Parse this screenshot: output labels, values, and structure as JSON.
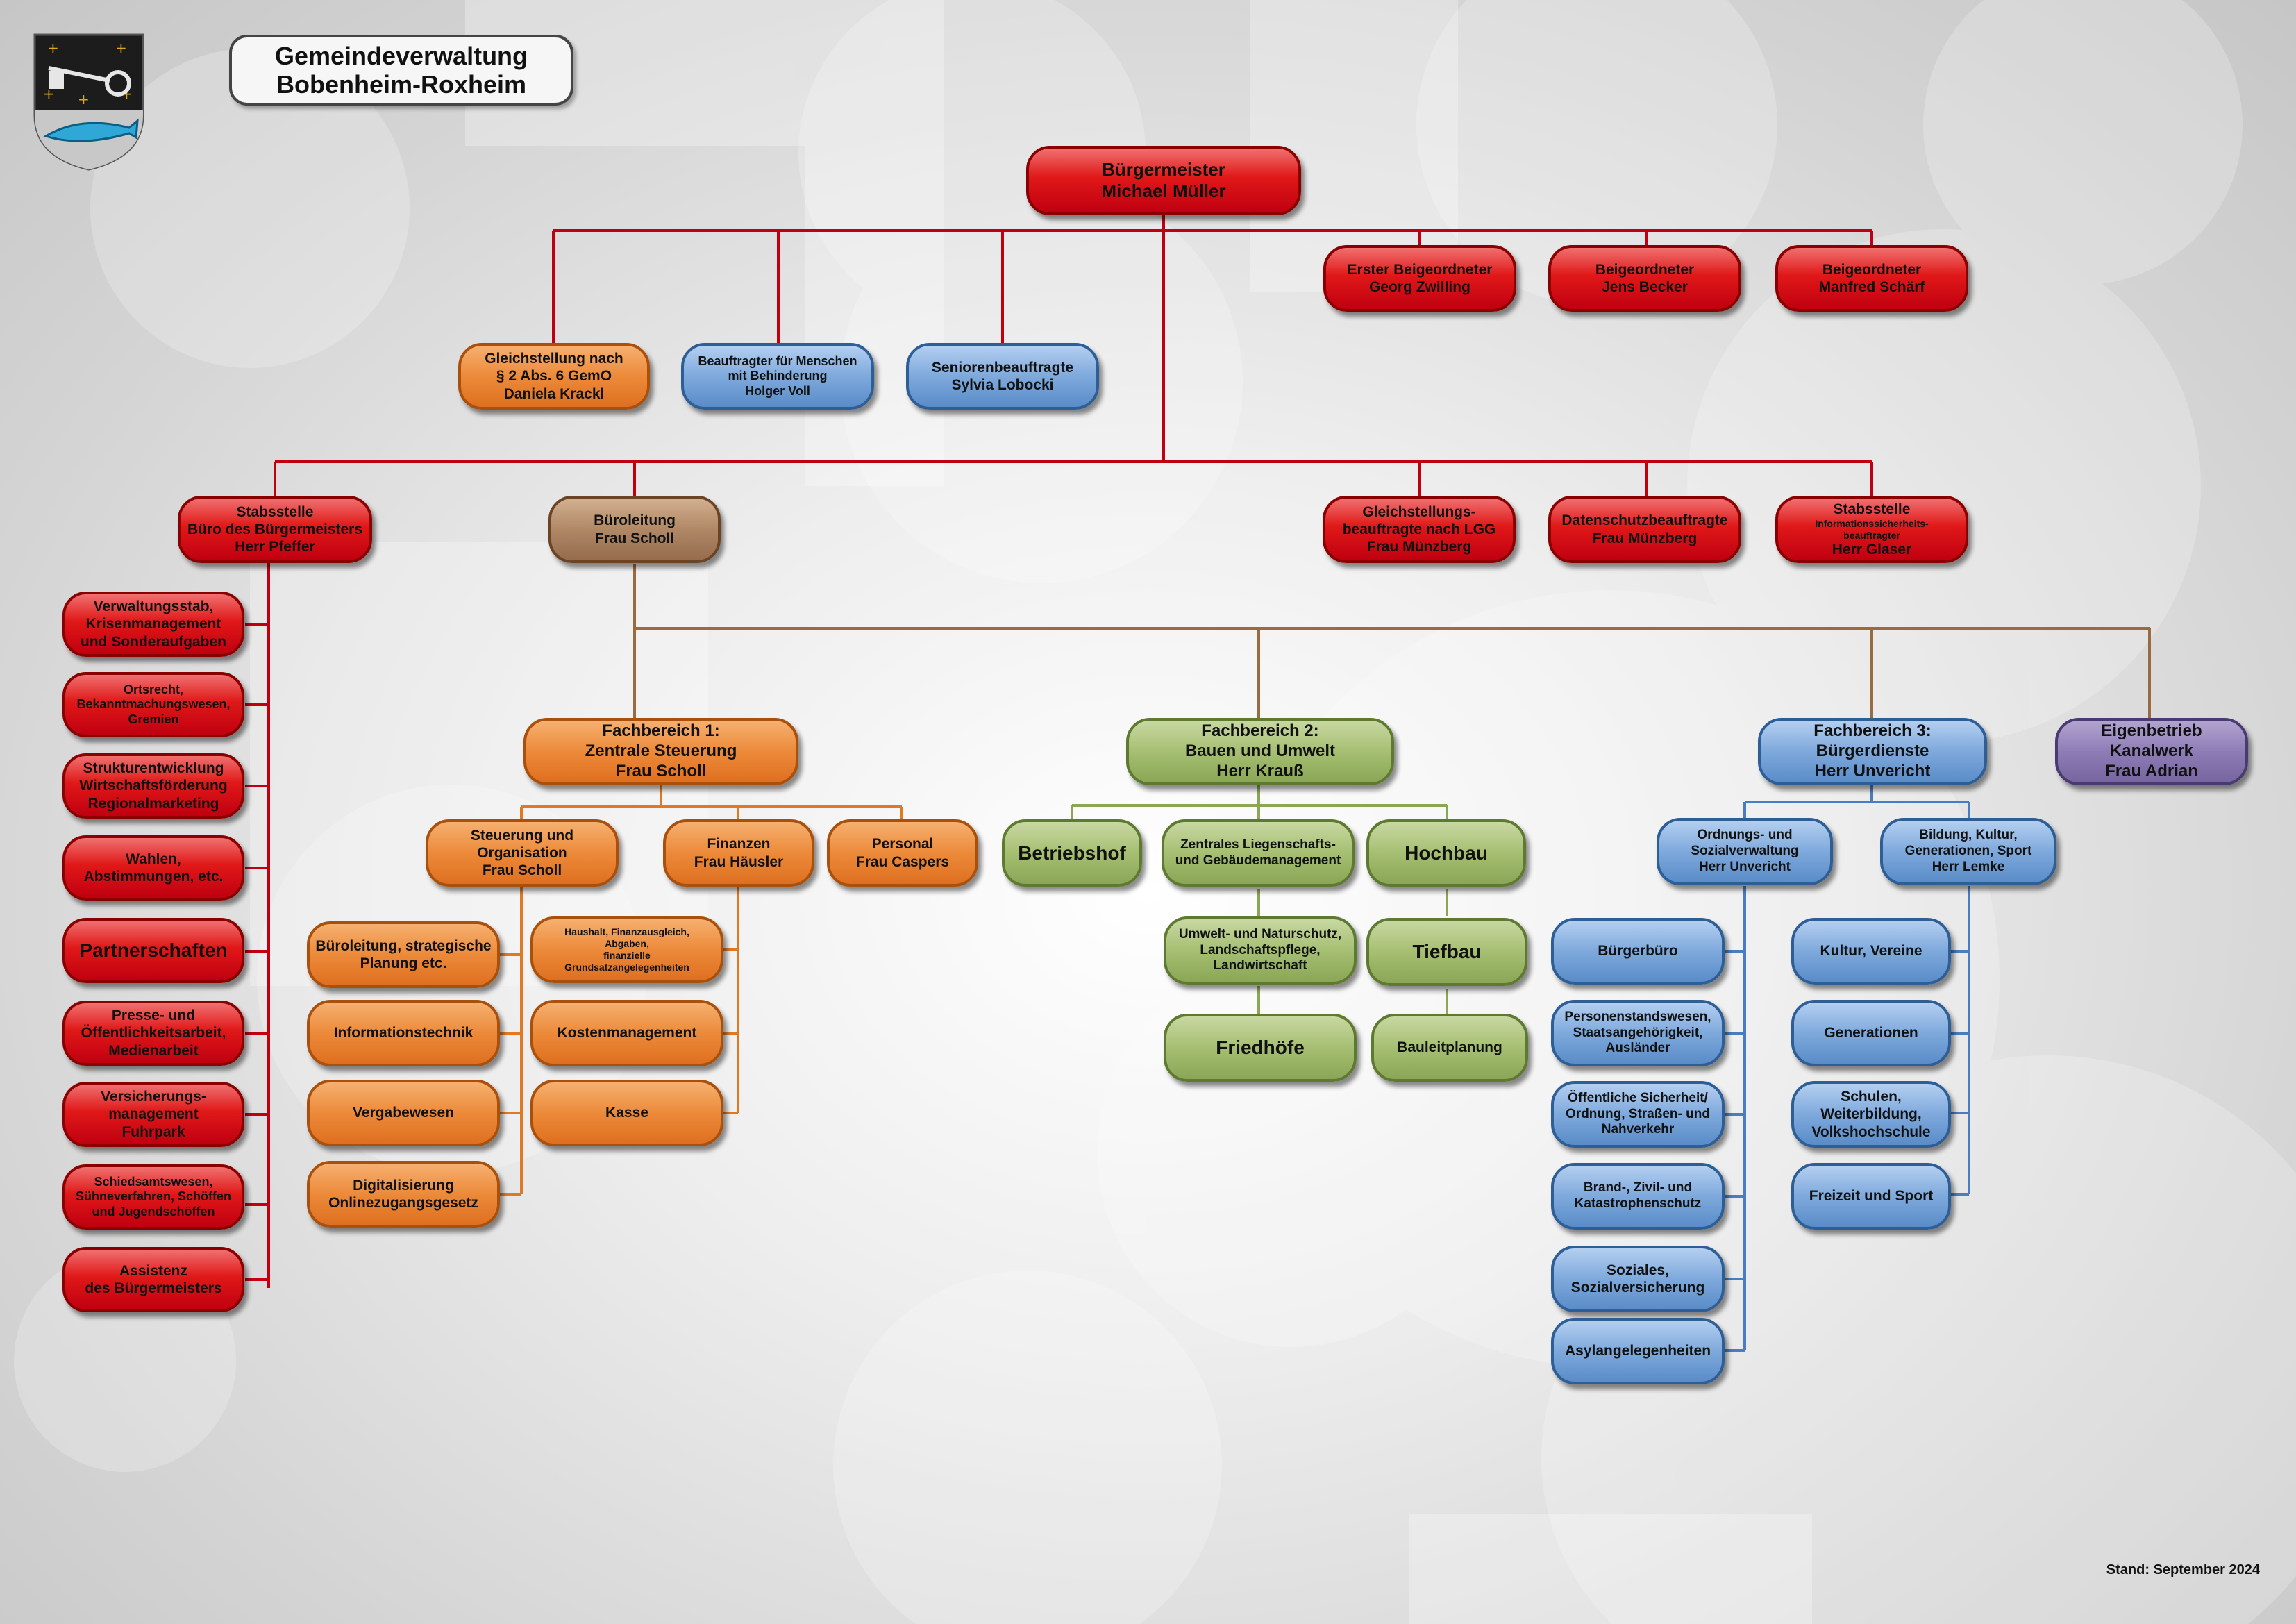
{
  "header": {
    "title_line1": "Gemeindeverwaltung",
    "title_line2": "Bobenheim-Roxheim",
    "crest_icon": "municipal-coat-of-arms-icon"
  },
  "footer": {
    "stand": "Stand: September 2024"
  },
  "colors": {
    "red": "#e01818",
    "orange": "#ec8a3a",
    "blue": "#7ea9dc",
    "green": "#a6bf72",
    "brown": "#b08866",
    "purple": "#8e7cb6",
    "line_red": "#c00010",
    "line_brown": "#9a6a40",
    "line_orange": "#e07a22",
    "line_green": "#8aa656",
    "line_blue": "#4a7cc0"
  },
  "boxes": {
    "buergermeister": "Bürgermeister\nMichael Müller",
    "erster_beigeordneter": "Erster Beigeordneter\nGeorg Zwilling",
    "beigeordneter_becker": "Beigeordneter\nJens Becker",
    "beigeordneter_schaerf": "Beigeordneter\nManfred Schärf",
    "gleichstellung_gemo": "Gleichstellung nach\n§ 2 Abs. 6 GemO\nDaniela Krackl",
    "beauftragter_behinderung": "Beauftragter für Menschen\nmit Behinderung\nHolger Voll",
    "seniorenbeauftragte": "Seniorenbeauftragte\nSylvia Lobocki",
    "stabsstelle_buero": "Stabsstelle\nBüro des Bürgermeisters\nHerr Pfeffer",
    "bueroleitung": "Büroleitung\nFrau Scholl",
    "gleichstellung_lgg": "Gleichstellungs-\nbeauftragte nach LGG\nFrau Münzberg",
    "datenschutz": "Datenschutzbeauftragte\nFrau Münzberg",
    "stabsstelle_is_title": "Stabsstelle",
    "stabsstelle_is_sub": "Informationssicherheits-\nbeauftragter",
    "stabsstelle_is_name": "Herr Glaser",
    "verwaltungsstab": "Verwaltungsstab,\nKrisenmanagement\nund Sonderaufgaben",
    "ortsrecht": "Ortsrecht,\nBekanntmachungswesen,\nGremien",
    "strukturentwicklung": "Strukturentwicklung\nWirtschaftsförderung\nRegionalmarketing",
    "wahlen": "Wahlen,\nAbstimmungen, etc.",
    "partnerschaften": "Partnerschaften",
    "presse": "Presse- und\nÖffentlichkeitsarbeit,\nMedienarbeit",
    "versicherung": "Versicherungs-\nmanagement\nFuhrpark",
    "schiedsamt": "Schiedsamtswesen,\nSühneverfahren, Schöffen\nund Jugendschöffen",
    "assistenz": "Assistenz\ndes Bürgermeisters",
    "fb1": "Fachbereich 1:\nZentrale Steuerung\nFrau Scholl",
    "fb2": "Fachbereich 2:\nBauen und Umwelt\nHerr Krauß",
    "fb3": "Fachbereich 3:\nBürgerdienste\nHerr Unvericht",
    "eigenbetrieb": "Eigenbetrieb\nKanalwerk\nFrau Adrian",
    "steuerung": "Steuerung und\nOrganisation\nFrau Scholl",
    "finanzen": "Finanzen\nFrau Häusler",
    "personal": "Personal\nFrau Caspers",
    "bl_strategisch": "Büroleitung, strategische\nPlanung etc.",
    "informationstechnik": "Informationstechnik",
    "vergabewesen": "Vergabewesen",
    "digitalisierung": "Digitalisierung\nOnlinezugangsgesetz",
    "haushalt": "Haushalt, Finanzausgleich,\nAbgaben,\nfinanzielle\nGrundsatzangelegenheiten",
    "kostenmanagement": "Kostenmanagement",
    "kasse": "Kasse",
    "betriebshof": "Betriebshof",
    "liegenschaften": "Zentrales Liegenschafts-\nund Gebäudemanagement",
    "hochbau": "Hochbau",
    "umwelt": "Umwelt- und Naturschutz,\nLandschaftspflege,\nLandwirtschaft",
    "tiefbau": "Tiefbau",
    "friedhoefe": "Friedhöfe",
    "bauleitplanung": "Bauleitplanung",
    "ordnung": "Ordnungs- und\nSozialverwaltung\nHerr Unvericht",
    "bildung": "Bildung, Kultur,\nGenerationen, Sport\nHerr Lemke",
    "buergerbuero": "Bürgerbüro",
    "personenstand": "Personenstandswesen,\nStaatsangehörigkeit,\nAusländer",
    "sicherheit": "Öffentliche Sicherheit/\nOrdnung, Straßen- und\nNahverkehr",
    "brandschutz": "Brand-, Zivil- und\nKatastrophenschutz",
    "soziales": "Soziales,\nSozialversicherung",
    "asyl": "Asylangelegenheiten",
    "kultur": "Kultur, Vereine",
    "generationen": "Generationen",
    "schulen": "Schulen,\nWeiterbildung,\nVolkshochschule",
    "freizeit": "Freizeit und Sport"
  }
}
